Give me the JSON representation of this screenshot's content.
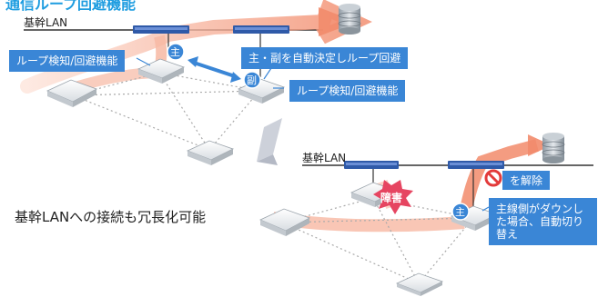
{
  "diagram": {
    "title": "通信ループ回避機能",
    "top": {
      "backbone_label": "基幹LAN",
      "loop_callout_left": "ループ検知/回避機能",
      "auto_callout": "主・副を自動決定しループ回避",
      "loop_callout_right": "ループ検知/回避機能",
      "primary_badge": "主",
      "secondary_badge": "副"
    },
    "bottom": {
      "backbone_label": "基幹LAN",
      "failure_label": "障害",
      "release_label": "を解除",
      "switch_callout": "主線側がダウンした場合、自動切り替え",
      "primary_badge": "主"
    },
    "caption": "基幹LANへの接続も冗長化可能",
    "colors": {
      "callout": "#3a86d6",
      "badge": "#3a86d6",
      "path": "#f4a78d",
      "failure": "#e64561",
      "no_icon": "#e33b3b"
    }
  }
}
